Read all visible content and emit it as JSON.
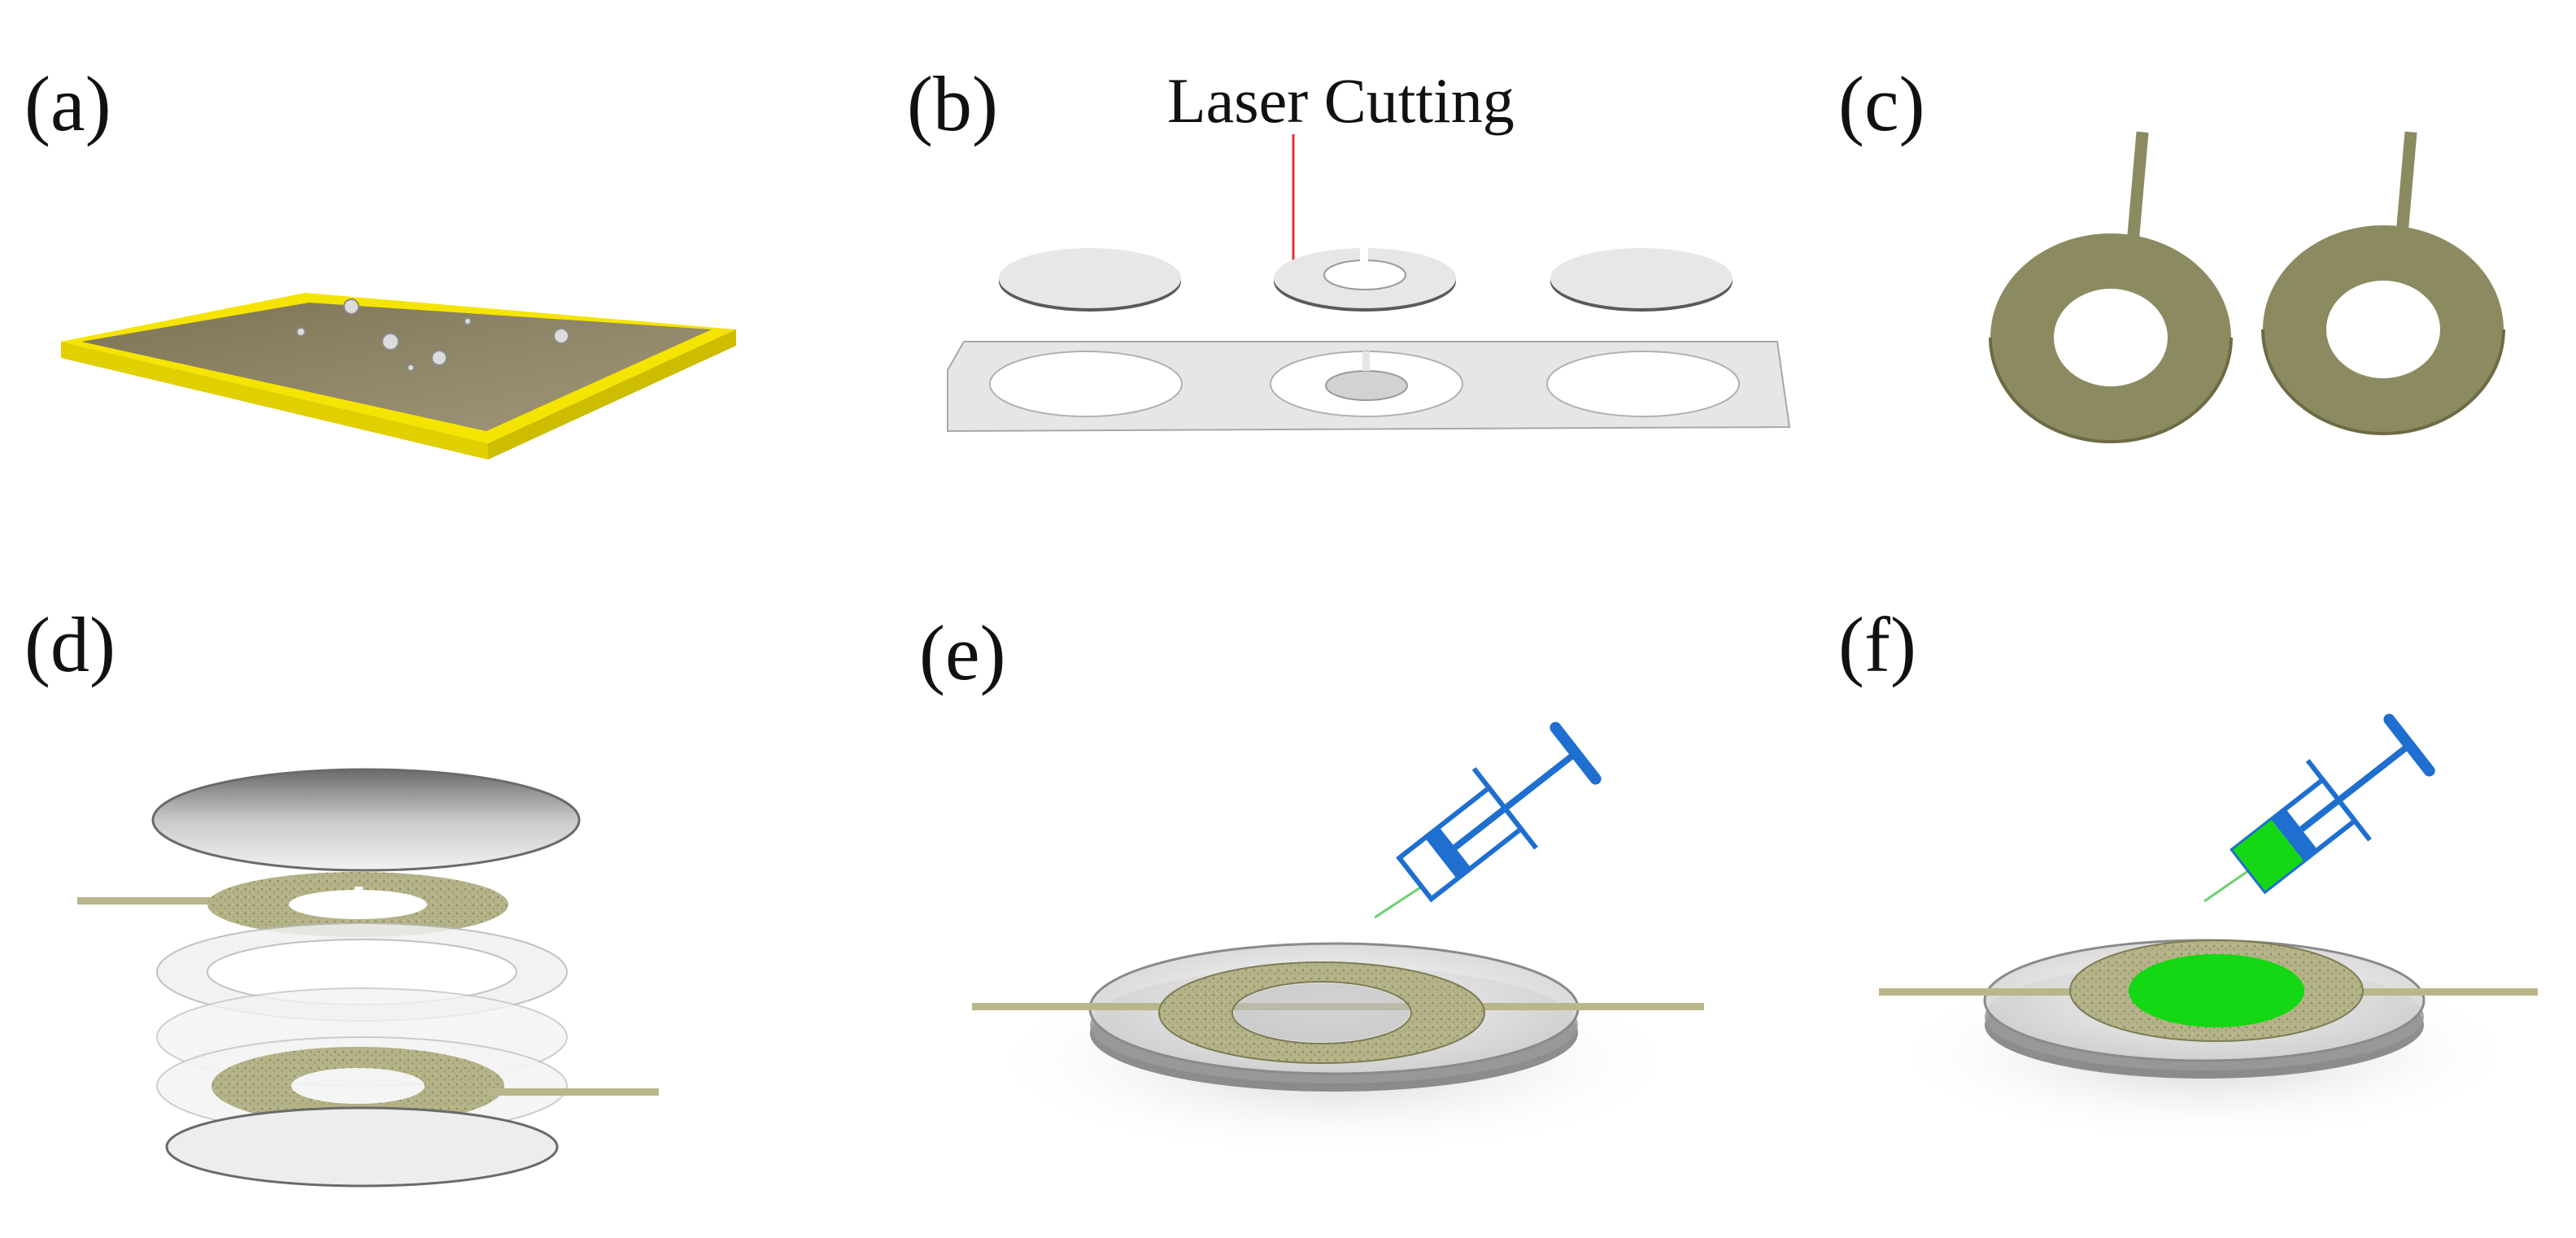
{
  "panels": {
    "a": {
      "label": "(a)"
    },
    "b": {
      "label": "(b)",
      "annotation": "Laser Cutting"
    },
    "c": {
      "label": "(c)"
    },
    "d": {
      "label": "(d)"
    },
    "e": {
      "label": "(e)"
    },
    "f": {
      "label": "(f)"
    }
  },
  "colors": {
    "gold_frame": "#f5e400",
    "gold_film": "#8a7f5c",
    "electrode": "#8c8a60",
    "electrode_textured": "#b9b78a",
    "membrane": "#e6e6e6",
    "sheet_edge": "#9a9a9a",
    "laser_line": "#e0303a",
    "syringe_blue": "#1e6fd0",
    "gel_green": "#13d813"
  },
  "icons": {
    "syringe_e": "syringe-icon",
    "syringe_f": "syringe-icon"
  }
}
